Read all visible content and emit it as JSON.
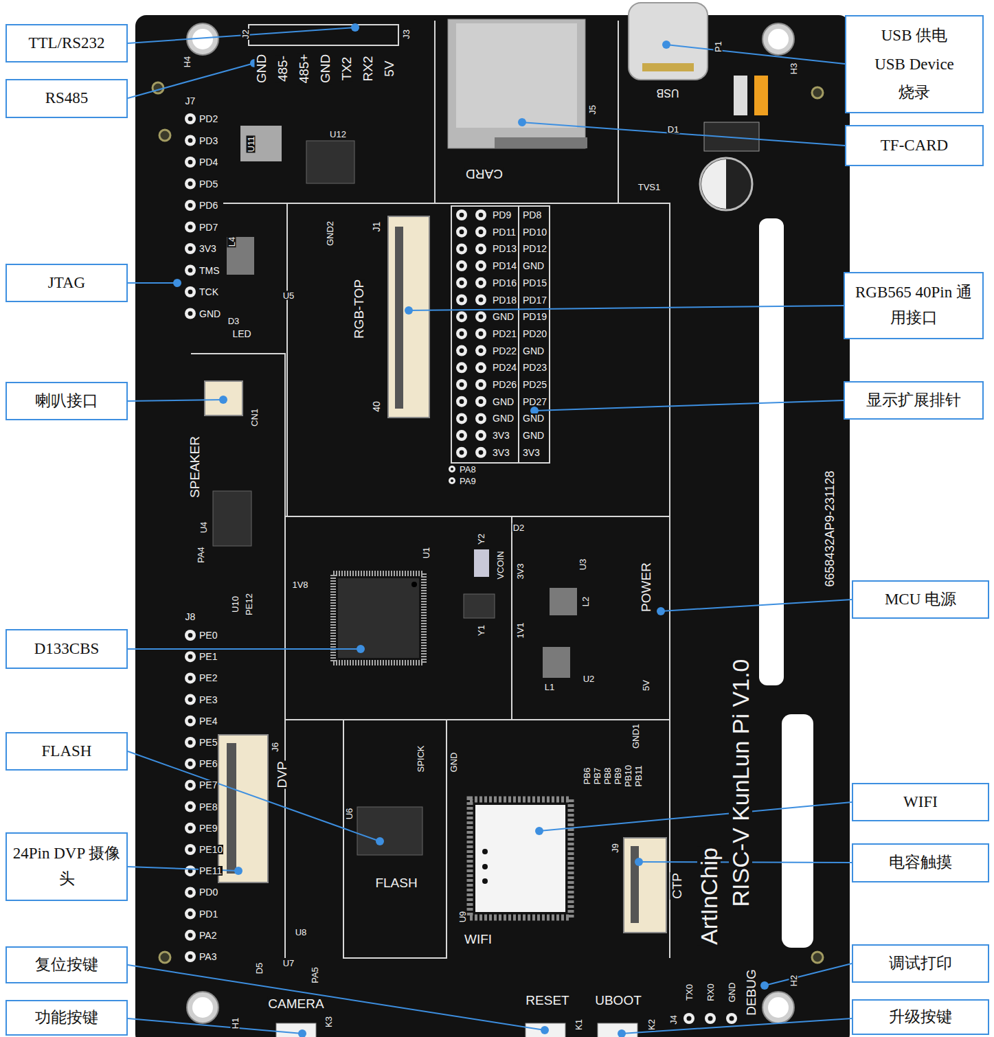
{
  "diagram": {
    "nodes": [
      {
        "text": [
          "TTL/RS232"
        ]
      },
      {
        "text": [
          "RS485"
        ]
      },
      {
        "text": [
          "JTAG"
        ]
      },
      {
        "text": [
          "喇叭接口"
        ]
      },
      {
        "text": [
          "D133CBS"
        ]
      },
      {
        "text": [
          "FLASH"
        ]
      },
      {
        "text": [
          "24Pin DVP 摄像头"
        ]
      },
      {
        "text": [
          "复位按键"
        ]
      },
      {
        "text": [
          "功能按键"
        ]
      },
      {
        "text": [
          "USB 供电",
          "USB Device",
          "烧录"
        ]
      },
      {
        "text": [
          "TF-CARD"
        ]
      },
      {
        "text": [
          "RGB565 40Pin 通用接口"
        ]
      },
      {
        "text": [
          "显示扩展排针"
        ]
      },
      {
        "text": [
          "MCU 电源"
        ]
      },
      {
        "text": [
          "WIFI"
        ]
      },
      {
        "text": [
          "电容触摸"
        ]
      },
      {
        "text": [
          "调试打印"
        ]
      },
      {
        "text": [
          "升级按键"
        ]
      }
    ],
    "labels": [
      "J2",
      "J3",
      "GND",
      "485-",
      "485+",
      "GND",
      "TX2",
      "RX2",
      "5V",
      "H4",
      "J7",
      "PD2",
      "PD3",
      "PD4",
      "PD5",
      "PD6",
      "PD7",
      "3V3",
      "TMS",
      "TCK",
      "GND",
      "LED",
      "GND2",
      "RGB-TOP",
      "J1",
      "40",
      "PD9",
      "PD11",
      "PD13",
      "PD14",
      "PD16",
      "PD18",
      "GND",
      "PD21",
      "PD22",
      "PD24",
      "PD26",
      "GND",
      "GND",
      "3V3",
      "3V3",
      "PD8",
      "PD10",
      "PD12",
      "GND",
      "PD15",
      "PD17",
      "PD19",
      "PD20",
      "GND",
      "PD23",
      "PD25",
      "PD27",
      "GND",
      "GND",
      "3V3",
      "PA8",
      "PA9",
      "CARD",
      "J5",
      "USB",
      "P1",
      "H3",
      "TVS1",
      "D1",
      "SPEAKER",
      "CN1",
      "U4",
      "PA4",
      "J8",
      "PE0",
      "PE1",
      "PE2",
      "PE3",
      "PE4",
      "PE5",
      "PE6",
      "PE7",
      "PE8",
      "PE9",
      "PE10",
      "PE11",
      "PD0",
      "PD1",
      "PA2",
      "PA3",
      "1V8",
      "U1",
      "VCOIN",
      "3V3",
      "1V1",
      "POWER",
      "5V",
      "U2",
      "U3",
      "L1",
      "L2",
      "D2",
      "Y1",
      "Y2",
      "DVP",
      "J6",
      "U6",
      "FLASH",
      "SPICK",
      "GND",
      "WIFI",
      "U9",
      "PB6",
      "PB7",
      "PB8",
      "PB9",
      "PB10",
      "PB11",
      "GND1",
      "CTP",
      "J9",
      "ArtInChip",
      "RISC-V KunLun Pi V1.0",
      "6658432AP9-231128",
      "CAMERA",
      "K3",
      "H1",
      "PA5",
      "D5",
      "RESET",
      "K1",
      "UBOOT",
      "K2",
      "TX0",
      "RX0",
      "GND",
      "DEBUG",
      "J4",
      "H2",
      "U11",
      "U12",
      "U5",
      "L4",
      "D3",
      "U10",
      "PE12",
      "U7",
      "U8"
    ]
  }
}
